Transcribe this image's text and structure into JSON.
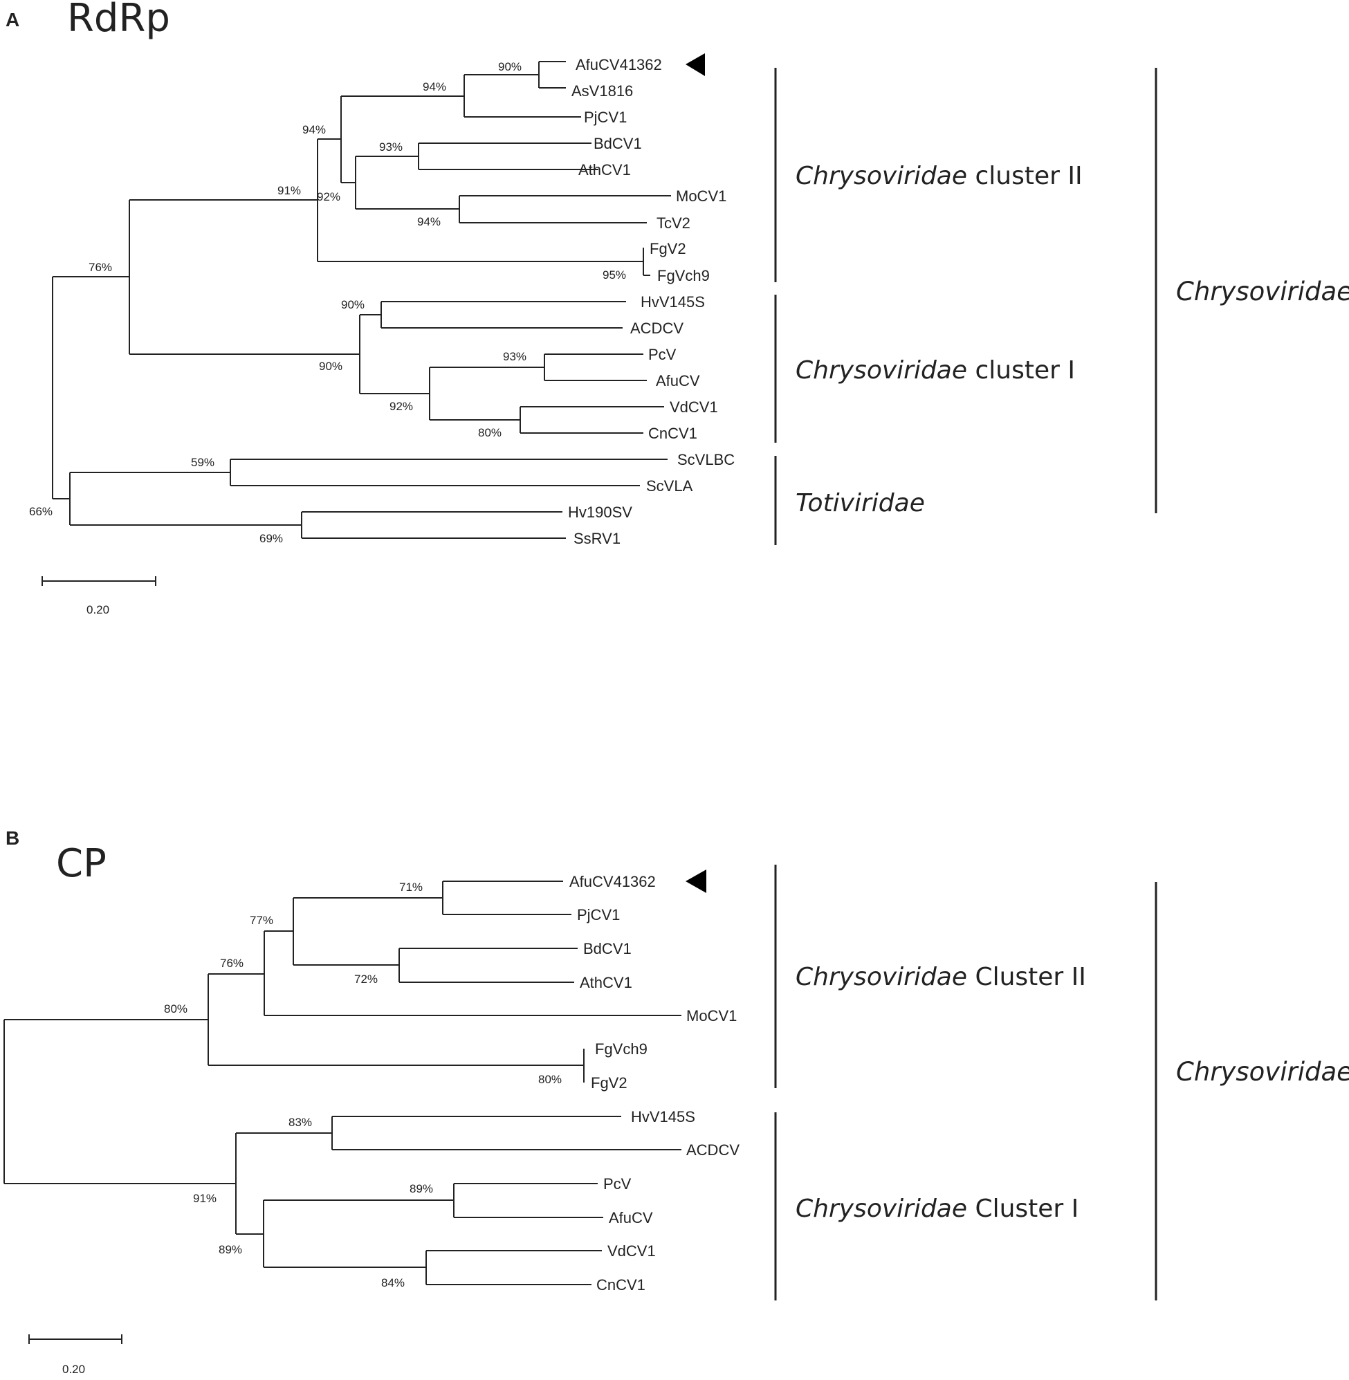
{
  "colors": {
    "ink": "#222222",
    "background": "#ffffff"
  },
  "icons": {
    "marker": "black-left-pointing-triangle"
  },
  "panel_a": {
    "letter": "A",
    "title": "RdRp",
    "scale_label": "0.20",
    "taxa": {
      "AfuCV41362": "AfuCV41362",
      "AsV1816": "AsV1816",
      "PjCV1": "PjCV1",
      "BdCV1": "BdCV1",
      "AthCV1": "AthCV1",
      "MoCV1": "MoCV1",
      "TcV2": "TcV2",
      "FgV2": "FgV2",
      "FgVch9": "FgVch9",
      "HvV145S": "HvV145S",
      "ACDCV": "ACDCV",
      "PcV": "PcV",
      "AfuCV": "AfuCV",
      "VdCV1": "VdCV1",
      "CnCV1": "CnCV1",
      "ScVLBC": "ScVLBC",
      "ScVLA": "ScVLA",
      "Hv190SV": "Hv190SV",
      "SsRV1": "SsRV1"
    },
    "bootstrap": {
      "afu_asv": "90%",
      "afu_pj": "94%",
      "upper_ii": "94%",
      "bd_ath": "93%",
      "mo_tc": "94%",
      "cluster_ii": "92%",
      "fg": "95%",
      "chryso": "91%",
      "hv_acd": "90%",
      "cluster_i": "90%",
      "pc_afu": "93%",
      "lower_i": "92%",
      "vd_cn": "80%",
      "root": "76%",
      "scvl": "59%",
      "hv_ss": "69%",
      "toti": "66%"
    },
    "clades": {
      "cluster_ii_name": "Chrysoviridae",
      "cluster_ii_suffix": " cluster II",
      "cluster_i_name": "Chrysoviridae",
      "cluster_i_suffix": " cluster I",
      "toti_name": "Totiviridae",
      "family_name": "Chrysoviridae"
    }
  },
  "panel_b": {
    "letter": "B",
    "title": "CP",
    "scale_label": "0.20",
    "taxa": {
      "AfuCV41362": "AfuCV41362",
      "PjCV1": "PjCV1",
      "BdCV1": "BdCV1",
      "AthCV1": "AthCV1",
      "MoCV1": "MoCV1",
      "FgVch9": "FgVch9",
      "FgV2": "FgV2",
      "HvV145S": "HvV145S",
      "ACDCV": "ACDCV",
      "PcV": "PcV",
      "AfuCV": "AfuCV",
      "VdCV1": "VdCV1",
      "CnCV1": "CnCV1"
    },
    "bootstrap": {
      "afu_pj": "71%",
      "upper_ii": "77%",
      "bd_ath": "72%",
      "ii_mo": "76%",
      "root": "80%",
      "fg": "80%",
      "hv_acd": "83%",
      "cluster_i": "91%",
      "pc_afu": "89%",
      "lower_i": "89%",
      "vd_cn": "84%"
    },
    "clades": {
      "cluster_ii_name": "Chrysoviridae",
      "cluster_ii_suffix": " Cluster II",
      "cluster_i_name": "Chrysoviridae",
      "cluster_i_suffix": " Cluster I",
      "family_name": "Chrysoviridae"
    }
  }
}
